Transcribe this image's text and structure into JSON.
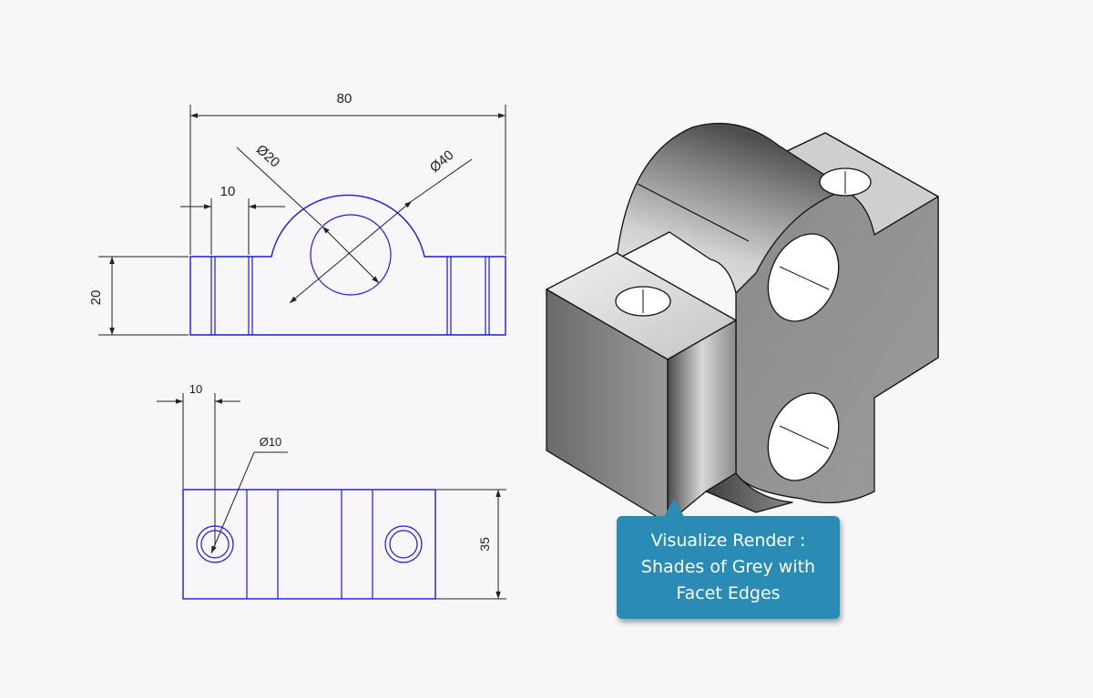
{
  "front_view": {
    "overall_width": "80",
    "hole_diameter": "Ø20",
    "boss_diameter": "Ø40",
    "slot_width": "10",
    "height": "20"
  },
  "top_view": {
    "offset": "10",
    "hole_diameter": "Ø10",
    "depth": "35"
  },
  "callout": {
    "lines": [
      "Visualize Render :",
      "Shades of Grey with",
      "Facet Edges"
    ]
  },
  "colors": {
    "background": "#f8f6f8",
    "outline": "#1a1ad8",
    "dimension": "#222222",
    "callout": "#2a8cb4",
    "callout_text": "#ffffff"
  }
}
